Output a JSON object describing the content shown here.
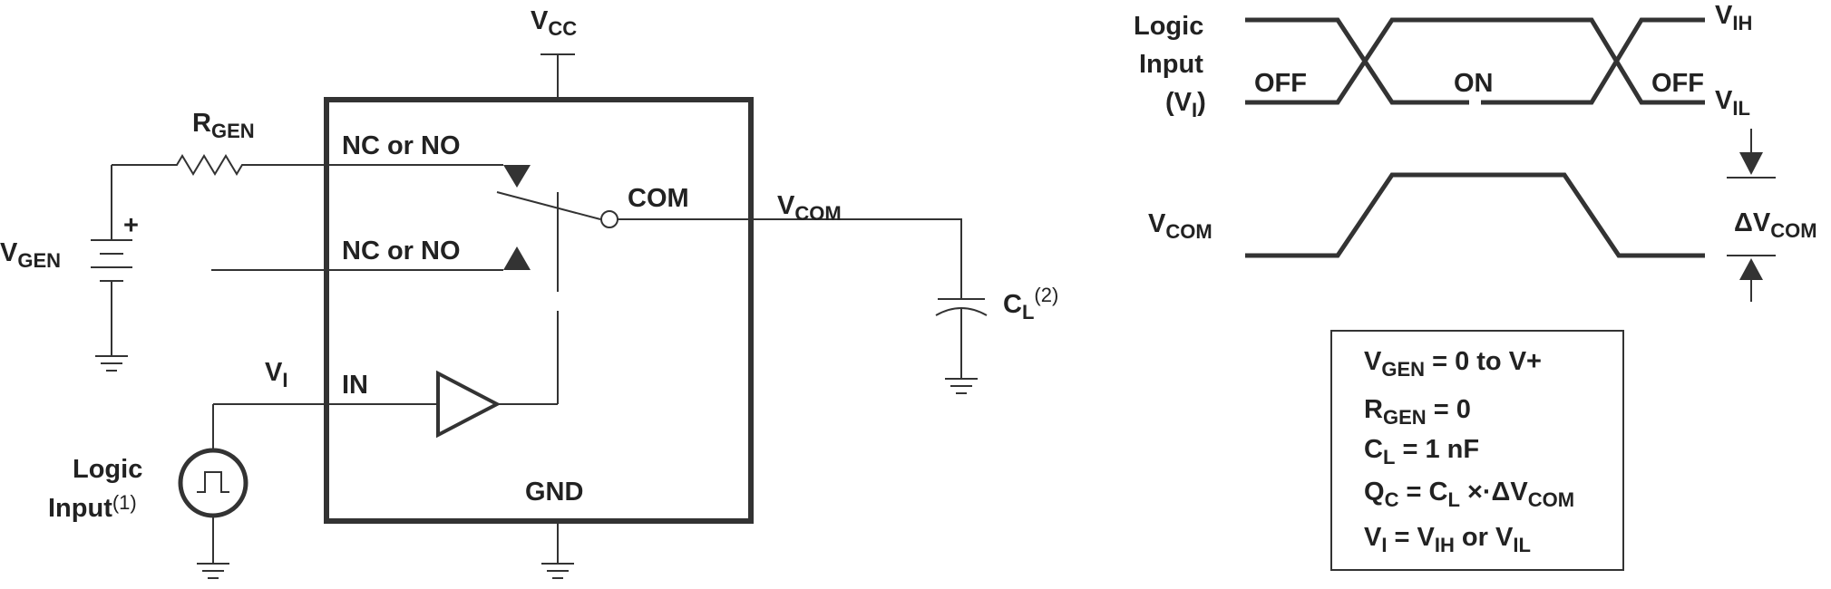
{
  "circuit": {
    "vcc": {
      "main": "V",
      "sub": "CC"
    },
    "rgen": {
      "main": "R",
      "sub": "GEN"
    },
    "vgen": {
      "main": "V",
      "sub": "GEN"
    },
    "battery_plus": "+",
    "nc_no_top": "NC or NO",
    "nc_no_bottom": "NC or NO",
    "com": "COM",
    "vcom": {
      "main": "V",
      "sub": "COM"
    },
    "cl": {
      "main": "C",
      "sub": "L",
      "sup": "(2)"
    },
    "vi": {
      "main": "V",
      "sub": "I"
    },
    "in_label": "IN",
    "gnd": "GND",
    "logic_input": {
      "line1": "Logic",
      "line2": "Input",
      "sup": "(1)"
    }
  },
  "timing": {
    "logic_input_label": {
      "line1": "Logic",
      "line2": "Input",
      "line3_open": "(V",
      "line3_sub": "I",
      "line3_close": ")"
    },
    "off_left": "OFF",
    "on": "ON",
    "off_right": "OFF",
    "vih": {
      "main": "V",
      "sub": "IH"
    },
    "vil": {
      "main": "V",
      "sub": "IL"
    },
    "vcom": {
      "main": "V",
      "sub": "COM"
    },
    "delta_vcom": {
      "main": "ΔV",
      "sub": "COM"
    }
  },
  "conditions": [
    {
      "pre": "V",
      "sub": "GEN",
      "post": " = 0 to V+"
    },
    {
      "pre": "R",
      "sub": "GEN",
      "post": " = 0"
    },
    {
      "pre": "C",
      "sub": "L",
      "post": " = 1 nF"
    },
    {
      "pre": "Q",
      "sub": "C",
      "mid": " = C",
      "sub2": "L",
      "post": " ×·ΔV",
      "sub3": "COM"
    },
    {
      "pre": "V",
      "sub": "I",
      "mid": " = V",
      "sub2": "IH",
      "post": " or V",
      "sub3": "IL"
    }
  ]
}
